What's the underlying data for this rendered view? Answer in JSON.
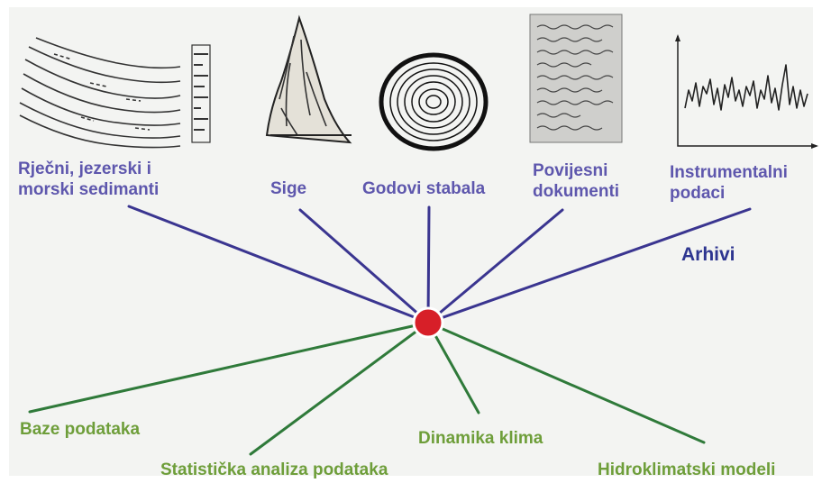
{
  "diagram": {
    "archives": [
      {
        "line1": "Rječni, jezerski i",
        "line2": "morski sedimanti"
      },
      {
        "line1": "Sige",
        "line2": ""
      },
      {
        "line1": "Godovi stabala",
        "line2": ""
      },
      {
        "line1": "Povijesni",
        "line2": "dokumenti"
      },
      {
        "line1": "Instrumentalni",
        "line2": "podaci"
      }
    ],
    "hub_label": "Arhivi",
    "methods": [
      "Baze podataka",
      "Statistička analiza podataka",
      "Dinamika klima",
      "Hidroklimatski modeli"
    ],
    "colors": {
      "archive_text": "#5e57ad",
      "archive_lines": "#3a3590",
      "hub_label": "#2d3590",
      "method_text": "#6e9e3a",
      "method_lines": "#2f7a3a",
      "hub_node": "#d71f28",
      "background": "#f3f4f2"
    },
    "icons": [
      "sediment-layers-icon",
      "stalagmite-icon",
      "tree-rings-icon",
      "handwritten-document-icon",
      "line-graph-icon"
    ]
  }
}
